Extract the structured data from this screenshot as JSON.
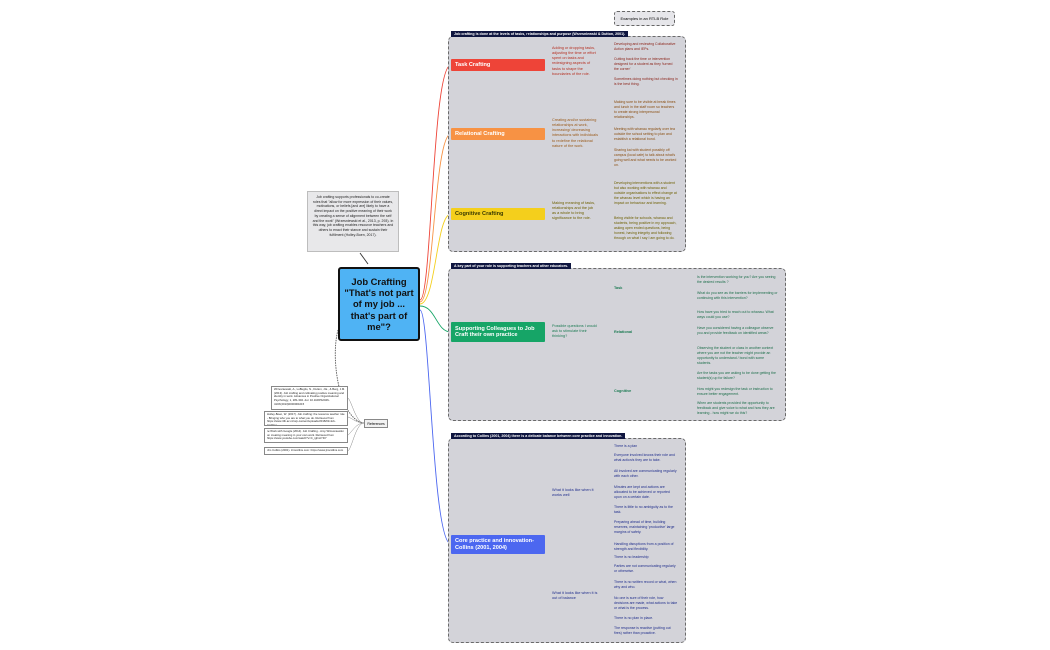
{
  "central": {
    "title": "Job Crafting \"That's not part of my job ... that's part of me\"?"
  },
  "intro": {
    "text": "Job crafting supports professionals to co-create roles that \"allow for more expression of their values, motivations, or beliefs [and are] likely to have a direct impact on the positive meaning of their work by creating a sense of alignment between the self and the work\" (Wrzesniewski et al., 2013, p. 293). In this way, job crafting enables resource teachers and others to enact their stance and sustain their fulfilment (Holley-Boen, 2017)."
  },
  "references": {
    "label": "References",
    "items": [
      "Wrzesniewski, A., LoBuglio, N., Dutton, J.E., & Berg, J.M. (2013). Job crafting and cultivating positive meaning and identity in work. Advances in Positive Organizational Psychology, 1, 281-302. doi: 10.1108/S2046-410X(2013)0000001015",
      "Holley-Boen, W. (2017). Job crafting: the resource teacher role - Bringing who you are to what you do. Retrieved from https://www.rtlb.ac.nz/wp-content/uploads/2018/01/Job-Crafting",
      "re:Work with Google (2014). Job Crafting - Amy Wrzesniewski on creating meaning in your own work. Retrieved from https://www.youtube.com/watch?v=C_igfnctYDY",
      "Jim Collins (2001). Jimcollins.com: https://www.jimcollins.com"
    ]
  },
  "examples_note": "Examples in an RTLB Role",
  "groups": [
    {
      "title": "Job crafting is done at the levels of tasks, relationships and purpose (Wrzesniewski & Dutton, 2001).",
      "branches": [
        {
          "label": "Task Crafting",
          "color": "#ee4438",
          "desc": "Adding or dropping tasks, adjusting the time or effort spent on tasks and redesigning aspects of tasks to shape the boundaries of the role.",
          "examples": [
            "Developing and reviewing Collaborative Action plans and IEPs.",
            "Cutting back the time or intervention designed for a student as they 'turned the corner'",
            "Sometimes doing nothing but checking in is the best thing."
          ]
        },
        {
          "label": "Relational Crafting",
          "color": "#f79244",
          "desc": "Creating and/or sustaining relationships at work, increasing/ decreasing interactions with individuals to redefine the relational nature of the work.",
          "examples": [
            "Making sure to be visible at break times and lunch in the staff room so teachers to create strong interpersonal relationships.",
            "Meeting with whanau regularly over tea outside the school setting to plan and establish a relational bond.",
            "Sharing kai with student possibly off campus (local cafe) to talk about what's going well and what needs to be worked on."
          ]
        },
        {
          "label": "Cognitive Crafting",
          "color": "#f4cf1c",
          "desc": "Making meaning of tasks, relationships and the job as a whole to bring significance to the role.",
          "examples": [
            "Developing interventions with a student but also working with whanau and outside organisations to effect change at the whanau level which is having an impact on behaviour and learning.",
            "Being visible for schools, whanau and students, being positive in my approach, asking open ended questions, being honest, having integrity and following through on what I say I am going to do."
          ]
        }
      ]
    },
    {
      "title": "A key part of your role is supporting teachers and other educators.",
      "branches": [
        {
          "label": "Supporting Colleagues to Job Craft their own practice",
          "color": "#16a567",
          "desc": "Possible questions I would ask to stimulate their thinking?",
          "subgroups": [
            {
              "label": "Task",
              "items": [
                "Is the intervention working for you? Are you seeing the desired results ?",
                "What do you see as the barriers for implementing or continuing with this intervention?"
              ]
            },
            {
              "label": "Relational",
              "items": [
                "How have you tried to reach out to whanau. What ways could you use?",
                "Have you considered having a colleague observe you and provide feedback on identified areas?",
                "Observing the student or class in another context where you are not the teacher might provide an opportunity to understand / bond with some students."
              ]
            },
            {
              "label": "Cognitive",
              "items": [
                "Are the tasks you are asking to be done getting the student(s) up for failure?",
                "How might you redesign the task or instruction to ensure better engagement.",
                "When are students provided the opportunity to feedback and give voice to what and how they are learning - how might we do this?"
              ]
            }
          ]
        }
      ]
    },
    {
      "title": "According to Collins (2001, 2004) there is a delicate balance between core practice and innovation.",
      "branches": [
        {
          "label": "Core practice and innovation- Collins (2001, 2004)",
          "color": "#4c67f0",
          "subgroups": [
            {
              "label": "What it looks like when it works well",
              "items": [
                "There is a plan",
                "Everyone involved knows their role and what action/s they are to take.",
                "All involved are communicating regularly with each other.",
                "Minutes are kept and actions are allocated to be achieved or reported upon on a certain date.",
                "There is little to no ambiguity as to the task.",
                "Preparing ahead of time, building reserves, maintaining 'productive' large margins of safety.",
                "Handling disruptions from a position of strength and flexibility."
              ]
            },
            {
              "label": "What it looks like when it is out of balance",
              "items": [
                "There is no leadership",
                "Parties are not communicating regularly or otherwise.",
                "There is no written record or what, when why and who.",
                "No one is sure of their role, how decisions are made, what actions to take or what is the process.",
                "There is no plan in place.",
                "The response is reactive (putting out fires) rather than proactive."
              ]
            }
          ]
        }
      ]
    }
  ]
}
